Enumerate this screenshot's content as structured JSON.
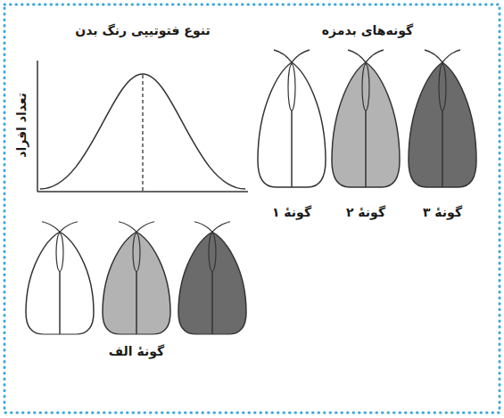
{
  "diagram": {
    "labels": [
      "گونه‌های بدمزه",
      "تنوع فتوتیپی رنگ بدن",
      "تعداد افراد",
      "گونهٔ ۳",
      "گونهٔ ۲",
      "گونهٔ ۱",
      "گونهٔ الف"
    ]
  }
}
